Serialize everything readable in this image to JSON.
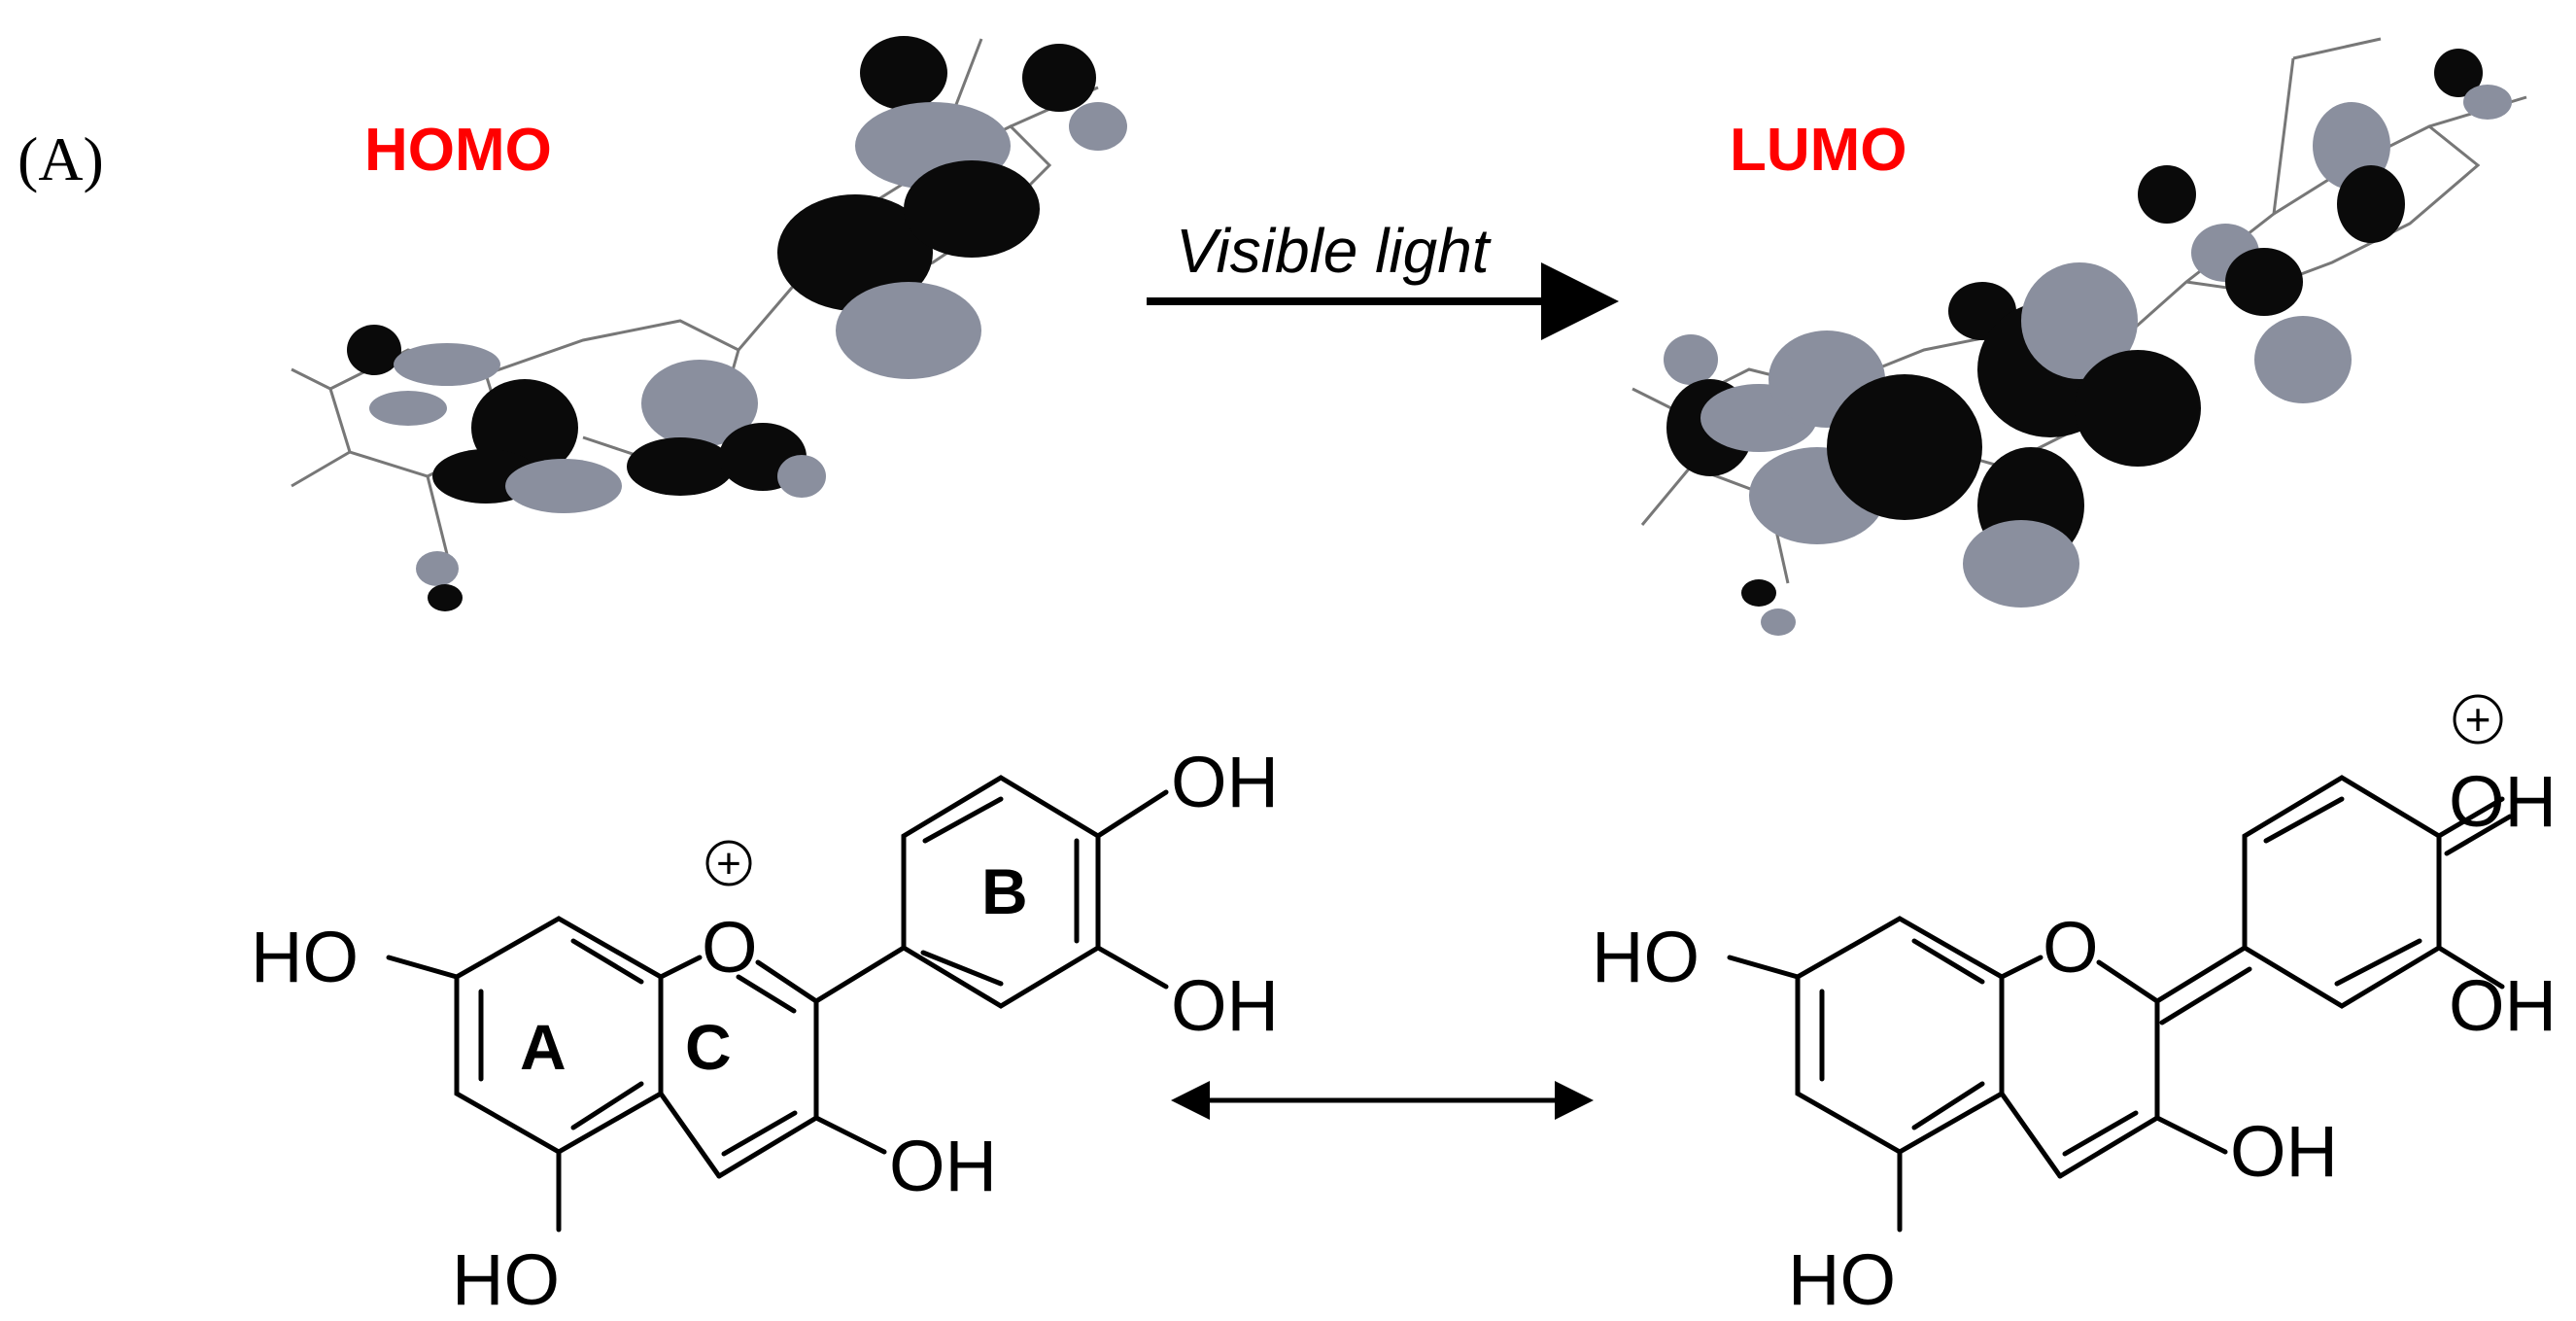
{
  "panel": {
    "label": "(A)"
  },
  "orbitals": {
    "homo_label": "HOMO",
    "lumo_label": "LUMO",
    "label_color": "#ff0000",
    "lobe_dark": "#0a0a0a",
    "lobe_light": "#8a8f9e"
  },
  "transition": {
    "label": "Visible light"
  },
  "flavylium": {
    "ring_a": "A",
    "ring_b": "B",
    "ring_c": "C",
    "oxygen": "O",
    "charge": "+",
    "oh_b_top": "OH",
    "oh_b_bottom": "OH",
    "oh_a_left": "HO",
    "oh_a_bottom": "HO",
    "oh_c": "OH"
  },
  "quinoidal": {
    "oxygen": "O",
    "charge": "+",
    "oh_b_top": "OH",
    "oh_b_bottom": "OH",
    "oh_a_left": "HO",
    "oh_a_bottom": "HO",
    "oh_c": "OH"
  },
  "resonance": {
    "icon": "double-headed-arrow-icon"
  }
}
